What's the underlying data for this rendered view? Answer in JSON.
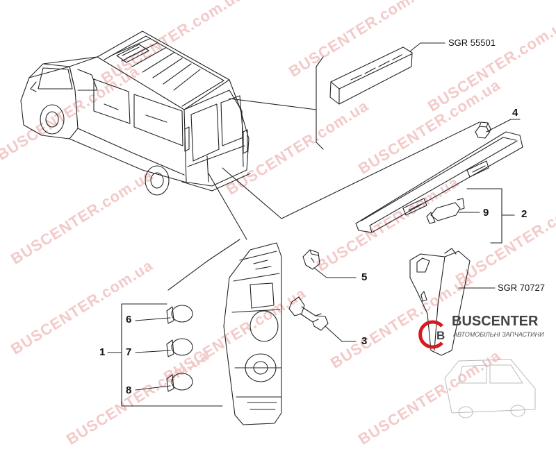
{
  "watermark": "BUSCENTER.com.ua",
  "logo": {
    "name": "BUSCENTER",
    "subtitle": "АВТОМОБІЛЬНІ ЗАПЧАСТИНИ"
  },
  "refs": {
    "brake_light": "SGR 55501",
    "side_lamp": "SGR 70727"
  },
  "callouts": [
    "1",
    "2",
    "3",
    "4",
    "5",
    "6",
    "7",
    "8",
    "9"
  ],
  "colors": {
    "line": "#222222",
    "watermark": "#f3c9c9",
    "logo_red": "#d71920"
  }
}
